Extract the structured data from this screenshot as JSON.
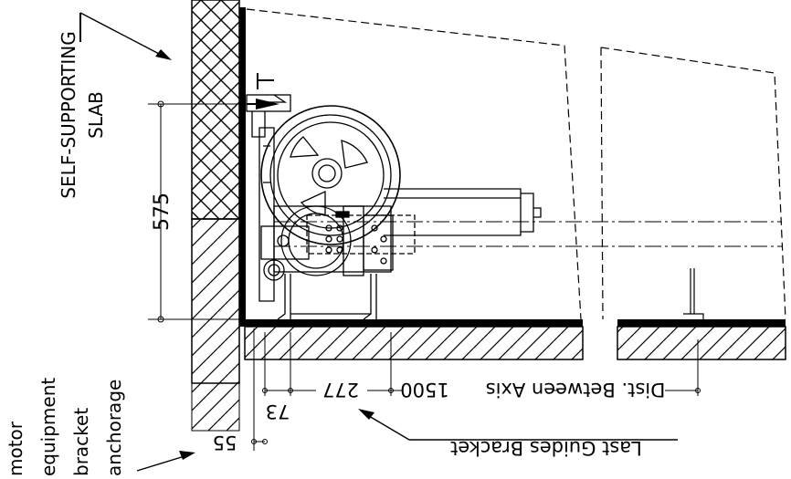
{
  "labels": {
    "slab_line1": "SELF-SUPPORTING",
    "slab_line2": "SLAB",
    "dim_575": "575",
    "motor_line1": "motor",
    "motor_line2": "equipment",
    "motor_line3": "bracket",
    "motor_line4": "anchorage",
    "dim_55": "55",
    "dim_73": "73",
    "dim_277": "277",
    "dim_1500": "1500",
    "dist_axis": "Dist. Between Axis",
    "last_guides": "Last Guides Bracket",
    "top_mark": "T"
  }
}
